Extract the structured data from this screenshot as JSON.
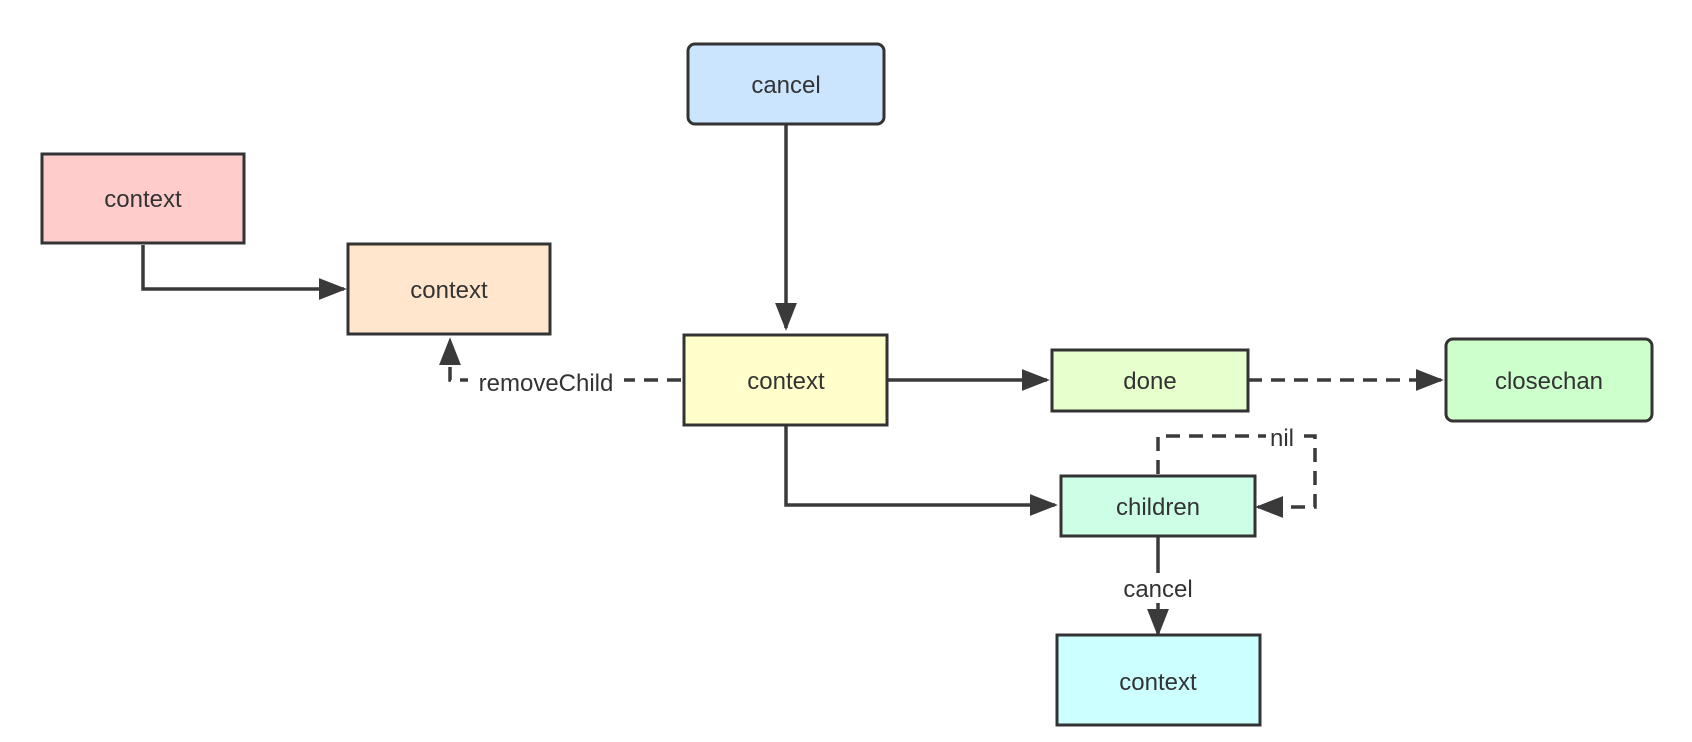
{
  "nodes": {
    "context_parent": {
      "label": "context",
      "fill": "#ffcccc"
    },
    "context_removed": {
      "label": "context",
      "fill": "#ffe6cc"
    },
    "cancel_top": {
      "label": "cancel",
      "fill": "#cce5ff"
    },
    "context_main": {
      "label": "context",
      "fill": "#ffffcc"
    },
    "done": {
      "label": "done",
      "fill": "#e6ffcc"
    },
    "closechan": {
      "label": "closechan",
      "fill": "#ccffcc"
    },
    "children": {
      "label": "children",
      "fill": "#ccffe6"
    },
    "context_child": {
      "label": "context",
      "fill": "#ccffff"
    }
  },
  "edges": {
    "remove_child_label": "removeChild",
    "nil_label": "nil",
    "cancel_label": "cancel"
  },
  "colors": {
    "stroke": "#333333",
    "edge": "#3a3a3a"
  }
}
